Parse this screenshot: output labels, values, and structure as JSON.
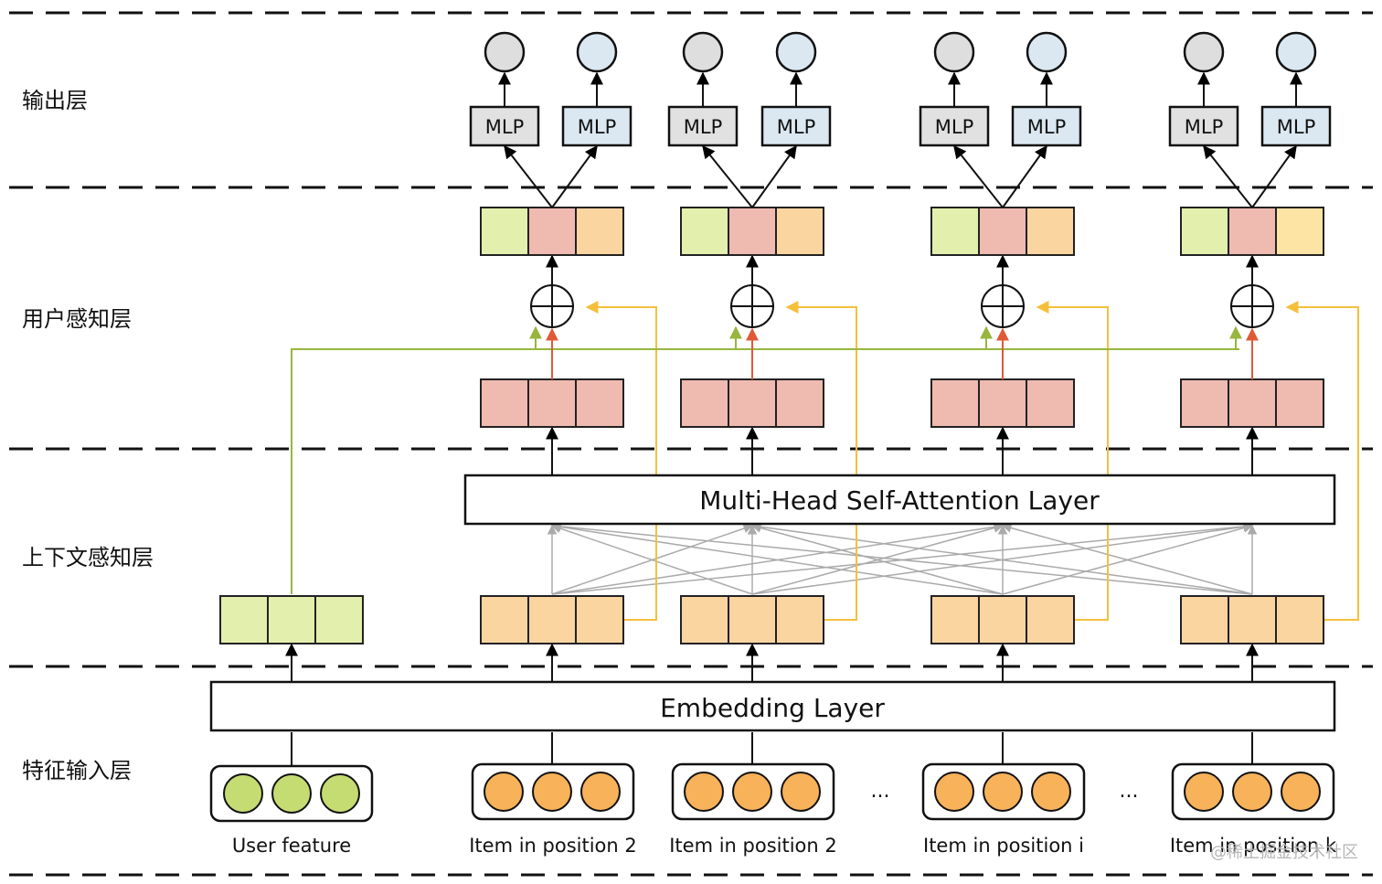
{
  "layers": [
    {
      "label": "输出层"
    },
    {
      "label": "用户感知层"
    },
    {
      "label": "上下文感知层"
    },
    {
      "label": "特征输入层"
    }
  ],
  "mlp_label": "MLP",
  "mhsa_label": "Multi-Head Self-Attention Layer",
  "embedding_label": "Embedding Layer",
  "inputs": [
    {
      "label": "User feature",
      "kind": "user"
    },
    {
      "label": "Item in position 2",
      "kind": "item"
    },
    {
      "label": "Item in position 2",
      "kind": "item"
    },
    {
      "label": "Item in position i",
      "kind": "item"
    },
    {
      "label": "Item in position k",
      "kind": "item"
    }
  ],
  "ellipsis": [
    "...",
    "..."
  ],
  "watermark": "@稀土掘金技术社区",
  "colors": {
    "user_fill": "#e3efac",
    "user_circle": "#c5dc72",
    "item_fill": "#fbd5a0",
    "item_circle": "#f8b25a",
    "attn_fill": "#efbab0",
    "mlp_gray": "#e1e1e1",
    "mlp_blue": "#dbe8f1",
    "node_gray": "#dedede",
    "node_blue": "#dbe8f1",
    "green_line": "#98b63e",
    "yellow_line": "#f4c03c",
    "red_arrow": "#e05a37",
    "gray_line": "#aaaaaa"
  }
}
